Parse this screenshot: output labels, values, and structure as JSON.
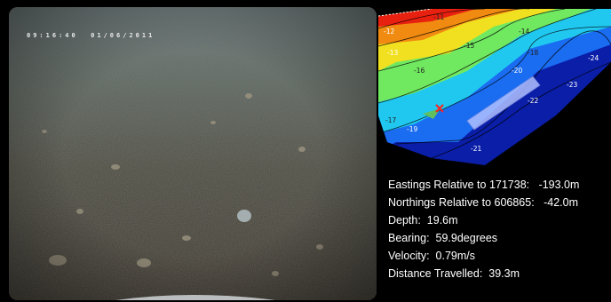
{
  "overlay": {
    "time": "09:16:40",
    "date": "01/06/2011"
  },
  "map": {
    "contour_labels": [
      "-11",
      "-12",
      "-13",
      "-14",
      "-15",
      "-16",
      "-17",
      "-18",
      "-19",
      "-20",
      "-21",
      "-22",
      "-23",
      "-24"
    ],
    "marker_icon": "red-x-marker-icon",
    "track_icon": "survey-track-icon"
  },
  "telemetry": {
    "eastings": {
      "label": "Eastings Relative to 171738:",
      "value": "-193.0m"
    },
    "northings": {
      "label": "Northings Relative to 606865:",
      "value": "-42.0m"
    },
    "depth": {
      "label": "Depth:",
      "value": "19.6m"
    },
    "bearing": {
      "label": "Bearing:",
      "value": "59.9degrees"
    },
    "velocity": {
      "label": "Velocity:",
      "value": "0.79m/s"
    },
    "distance": {
      "label": "Distance Travelled:",
      "value": "39.3m"
    }
  },
  "colors": {
    "background": "#000000",
    "seabed": "#4a4f45",
    "text": "#ffffff",
    "marker": "#ff2020"
  }
}
